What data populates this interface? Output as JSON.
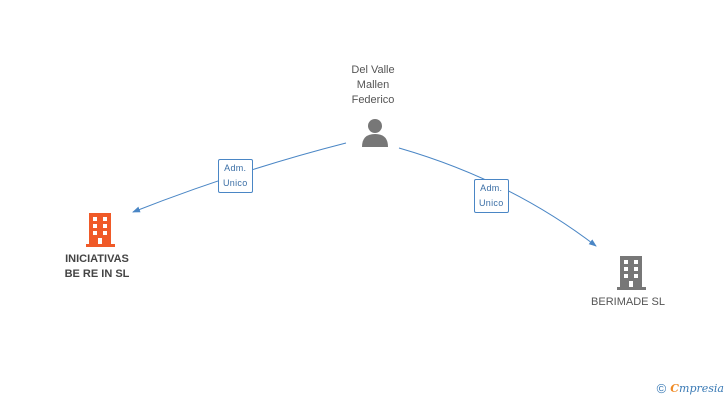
{
  "person": {
    "name_lines": [
      "Del Valle",
      "Mallen",
      "Federico"
    ],
    "icon": "person-icon"
  },
  "companies": [
    {
      "name_lines": [
        "INICIATIVAS",
        "BE RE IN SL"
      ],
      "icon": "building-icon",
      "color": "#f05a28"
    },
    {
      "name_lines": [
        "BERIMADE SL"
      ],
      "icon": "building-icon",
      "color": "#777777"
    }
  ],
  "relations": [
    {
      "label_lines": [
        "Adm.",
        "Unico"
      ]
    },
    {
      "label_lines": [
        "Adm.",
        "Unico"
      ]
    }
  ],
  "colors": {
    "edge": "#4a86c5",
    "person": "#777777"
  },
  "brand": {
    "copyright": "©",
    "first_letter": "C",
    "rest": "mpresia"
  }
}
